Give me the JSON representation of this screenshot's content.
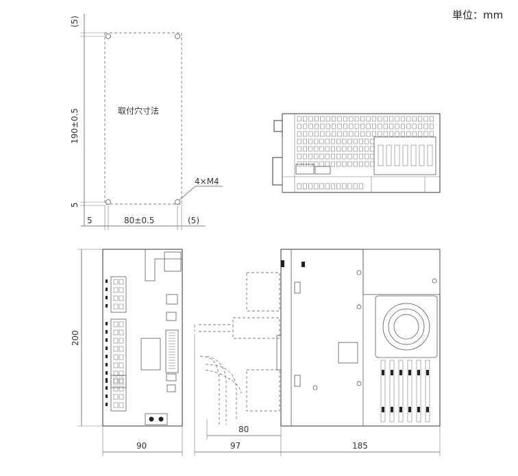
{
  "unit_label": "単位：mm",
  "mounting": {
    "title": "取付穴寸法",
    "hole_note": "4×M4",
    "dim_top_margin": "(5)",
    "dim_height": "190±0.5",
    "dim_bottom_margin": "5",
    "dim_left_margin": "5",
    "dim_width": "80±0.5",
    "dim_right_margin": "(5)"
  },
  "front_view": {
    "dim_height": "200",
    "dim_width": "90"
  },
  "side_view": {
    "dim_cable": "80",
    "dim_connector": "97",
    "dim_depth": "185"
  }
}
